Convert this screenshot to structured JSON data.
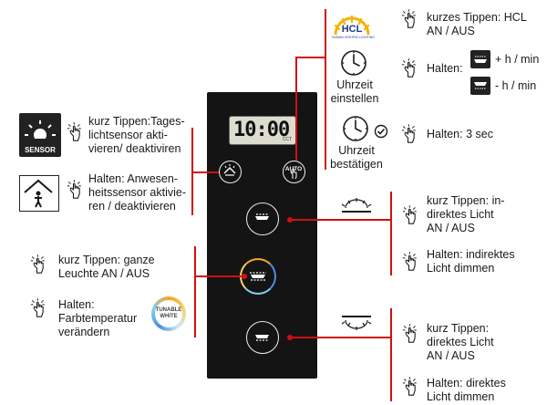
{
  "panel": {
    "display_time": "10:00",
    "display_sub": "CCT",
    "auto_label": "AUTO"
  },
  "hcl": {
    "badge_title": "HCL",
    "badge_sub": "HUMAN CENTRIC LIGHTING",
    "line1": "kurzes Tippen: HCL",
    "line2": "AN / AUS"
  },
  "uhrzeit_einstellen": {
    "label1": "Uhrzeit",
    "label2": "einstellen",
    "halten": "Halten:",
    "plus": "+ h / min",
    "minus": "- h / min"
  },
  "uhrzeit_bestaetigen": {
    "label1": "Uhrzeit",
    "label2": "bestätigen",
    "halten": "Halten: 3 sec"
  },
  "sensor": {
    "icon_label": "SENSOR",
    "tap1": "kurz Tippen:Tages-",
    "tap2": "lichtsensor akti-",
    "tap3": "vieren/ deaktiviren",
    "hold1": "Halten: Anwesen-",
    "hold2": "heitssensor aktivie-",
    "hold3": "ren / deaktivieren"
  },
  "indirect": {
    "tap1": "kurz Tippen: in-",
    "tap2": "direktes Licht",
    "tap3": "AN / AUS",
    "hold1": "Halten: indirektes",
    "hold2": "Licht dimmen"
  },
  "whole": {
    "tap1": "kurz Tippen: ganze",
    "tap2": "Leuchte AN / AUS",
    "hold1": "Halten:",
    "hold2": "Farbtemperatur",
    "hold3": "verändern",
    "badge1": "TUNABLE",
    "badge2": "WHITE"
  },
  "direct": {
    "tap1": "kurz Tippen:",
    "tap2": "direktes Licht",
    "tap3": "AN / AUS",
    "hold1": "Halten: direktes",
    "hold2": "Licht dimmen"
  },
  "colors": {
    "accent_red": "#d11010",
    "panel_black": "#141414"
  }
}
